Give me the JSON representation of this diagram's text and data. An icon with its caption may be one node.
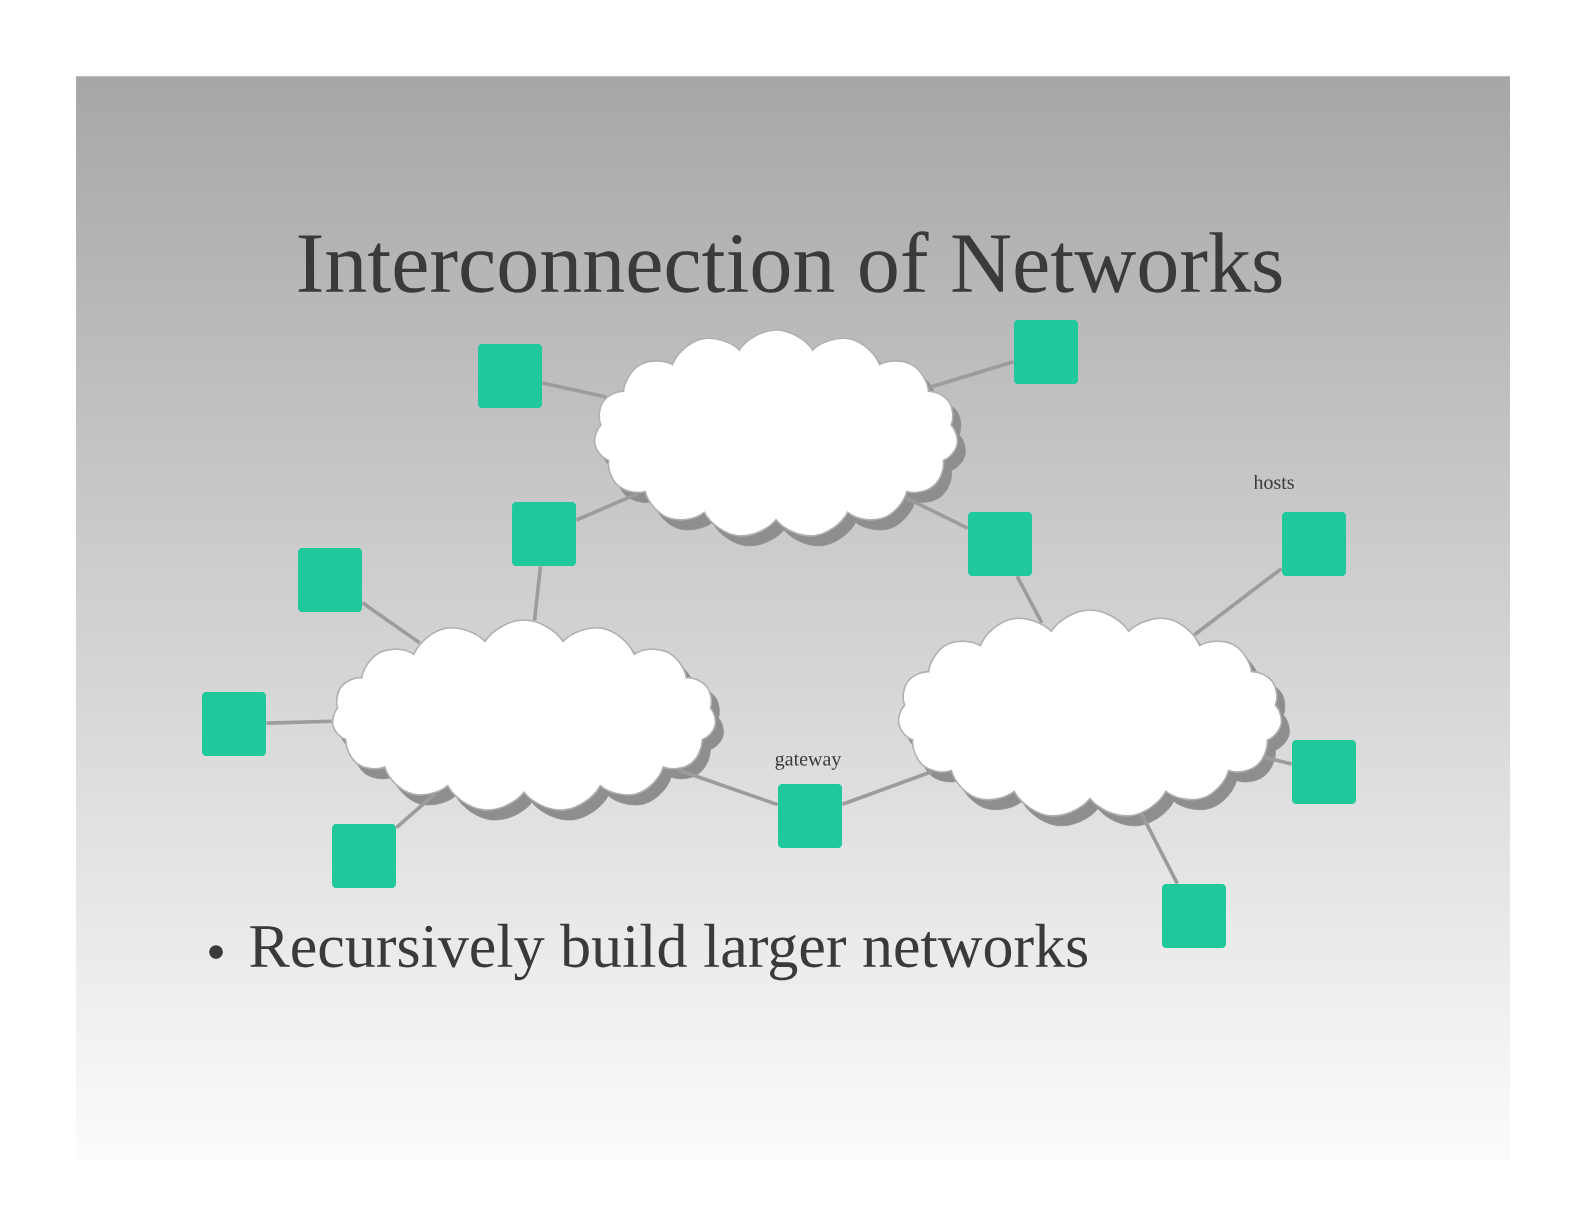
{
  "diagram": {
    "title": "Interconnection of Networks",
    "nodes": [
      {
        "text": [],
        "shape": "cloud"
      },
      {
        "text": [],
        "shape": "cloud"
      },
      {
        "text": [],
        "shape": "cloud"
      },
      {
        "text": [],
        "shape": "box"
      },
      {
        "text": [],
        "shape": "box"
      },
      {
        "text": [],
        "shape": "box"
      },
      {
        "text": [],
        "shape": "box"
      },
      {
        "text": [],
        "shape": "box",
        "beside": [
          "hosts"
        ]
      },
      {
        "text": [],
        "shape": "box"
      },
      {
        "text": [],
        "shape": "box"
      },
      {
        "text": [],
        "shape": "box"
      },
      {
        "text": [],
        "shape": "box",
        "beside": [
          "gateway"
        ]
      },
      {
        "text": [],
        "shape": "box"
      },
      {
        "text": [],
        "shape": "box"
      }
    ],
    "edges": [
      {
        "from": 3,
        "to": 0,
        "arrow": "none"
      },
      {
        "from": 0,
        "to": 4,
        "arrow": "none"
      },
      {
        "from": 5,
        "to": 0,
        "arrow": "none"
      },
      {
        "from": 0,
        "to": 6,
        "arrow": "none"
      },
      {
        "from": 5,
        "to": 1,
        "arrow": "none"
      },
      {
        "from": 6,
        "to": 2,
        "arrow": "none"
      },
      {
        "from": 7,
        "to": 2,
        "arrow": "none"
      },
      {
        "from": 8,
        "to": 1,
        "arrow": "none"
      },
      {
        "from": 9,
        "to": 1,
        "arrow": "none"
      },
      {
        "from": 10,
        "to": 1,
        "arrow": "none"
      },
      {
        "from": 1,
        "to": 11,
        "arrow": "none"
      },
      {
        "from": 11,
        "to": 2,
        "arrow": "none"
      },
      {
        "from": 2,
        "to": 12,
        "arrow": "none"
      },
      {
        "from": 2,
        "to": 13,
        "arrow": "none"
      }
    ],
    "labels": [
      "Recursively build larger networks"
    ]
  }
}
